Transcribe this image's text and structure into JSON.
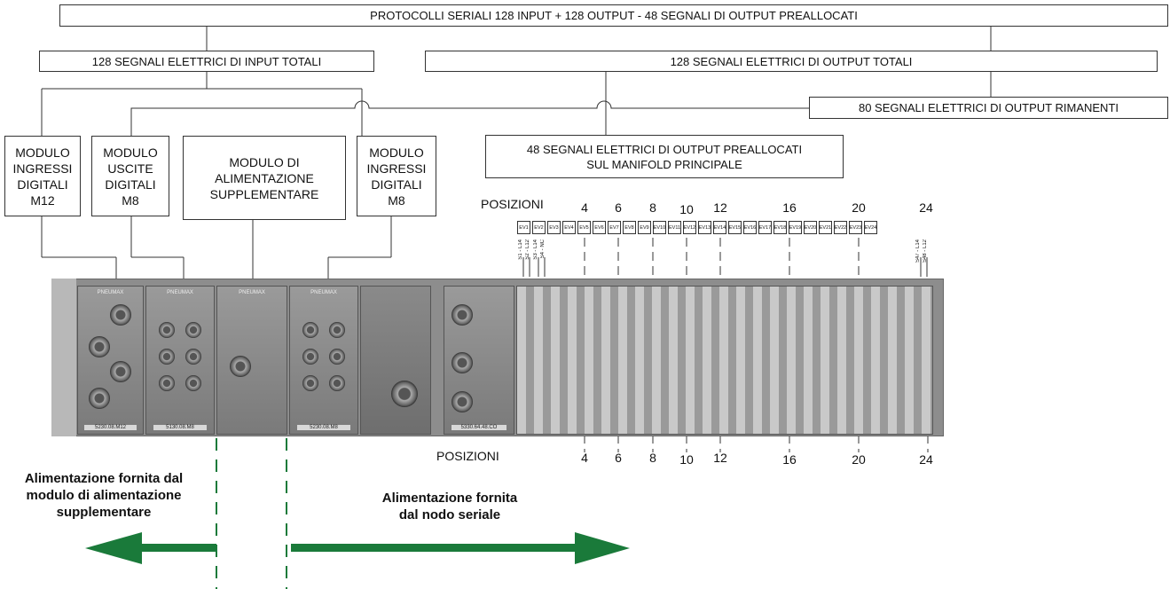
{
  "top_bus": "PROTOCOLLI SERIALI 128 INPUT + 128 OUTPUT - 48 SEGNALI DI OUTPUT PREALLOCATI",
  "input_total": "128 SEGNALI ELETTRICI DI INPUT TOTALI",
  "output_total": "128 SEGNALI ELETTRICI DI OUTPUT TOTALI",
  "output_remaining": "80 SEGNALI ELETTRICI DI OUTPUT RIMANENTI",
  "output_prealloc": "48 SEGNALI ELETTRICI DI OUTPUT PREALLOCATI\nSUL MANIFOLD PRINCIPALE",
  "modules": [
    {
      "label": "MODULO\nINGRESSI\nDIGITALI\nM12",
      "code": "5230.08.M12"
    },
    {
      "label": "MODULO\nUSCITE\nDIGITALI\nM8",
      "code": "5130.08.M8"
    },
    {
      "label": "MODULO DI\nALIMENTAZIONE\nSUPPLEMENTARE",
      "code": ""
    },
    {
      "label": "MODULO\nINGRESSI\nDIGITALI\nM8",
      "code": "5230.08.M8"
    }
  ],
  "node_code": "5330.64.48.CO",
  "brand": "PNEUMAX",
  "positions_label": "POSIZIONI",
  "positions": [
    "4",
    "6",
    "8",
    "10",
    "12",
    "16",
    "20",
    "24"
  ],
  "ev_labels": [
    "EV1",
    "EV2",
    "EV3",
    "EV4",
    "EV5",
    "EV6",
    "EV7",
    "EV8",
    "EV9",
    "EV10",
    "EV11",
    "EV12",
    "EV13",
    "EV14",
    "EV15",
    "EV16",
    "EV17",
    "EV18",
    "EV19",
    "EV20",
    "EV21",
    "EV22",
    "EV23",
    "EV24"
  ],
  "side_tags": [
    "S1 - L14",
    "S2 - L12",
    "S3 - L14",
    "S4 - NC",
    "S47 - L14",
    "S48 - L12"
  ],
  "caption_left": "Alimentazione fornita dal\nmodulo di alimentazione\nsupplementare",
  "caption_right": "Alimentazione fornita\ndal nodo seriale",
  "colors": {
    "arrow": "#1a7a3a",
    "line": "#333333"
  }
}
